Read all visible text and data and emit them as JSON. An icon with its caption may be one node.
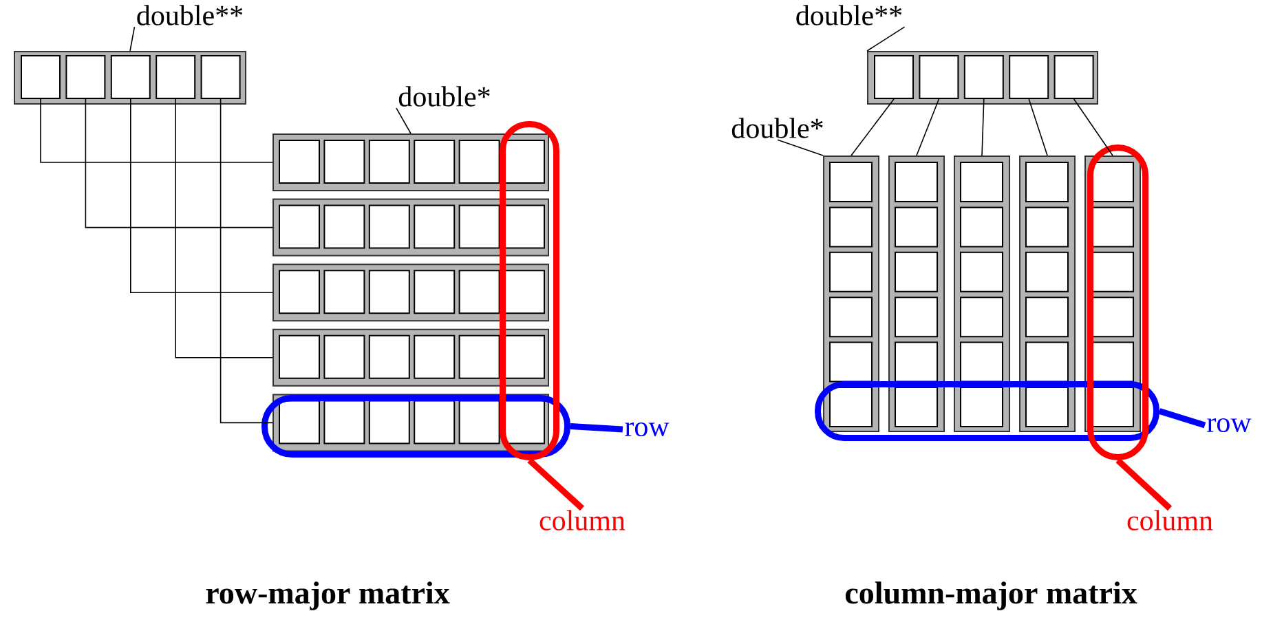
{
  "diagram": {
    "nodes": [
      {
        "text": [
          "double**"
        ]
      },
      {
        "text": [],
        "shape": "bar"
      },
      {
        "text": [],
        "shape": "box",
        "in": 1
      },
      {
        "text": [],
        "shape": "box",
        "in": 1
      },
      {
        "text": [],
        "shape": "box",
        "in": 1
      },
      {
        "text": [],
        "shape": "box",
        "in": 1
      },
      {
        "text": [],
        "shape": "box",
        "in": 1
      },
      {
        "text": [
          "double*"
        ]
      },
      {
        "text": [],
        "shape": "bar"
      },
      {
        "text": [],
        "shape": "bar"
      },
      {
        "text": [],
        "shape": "bar"
      },
      {
        "text": [],
        "shape": "bar"
      },
      {
        "text": [],
        "shape": "bar"
      },
      {
        "text": [],
        "shape": "ellipse"
      },
      {
        "text": [],
        "shape": "ellipse"
      },
      {
        "text": [
          "row"
        ]
      },
      {
        "text": [
          "column"
        ]
      },
      {
        "text": [
          "double**"
        ]
      },
      {
        "text": [],
        "shape": "bar"
      },
      {
        "text": [],
        "shape": "box",
        "in": 18
      },
      {
        "text": [],
        "shape": "box",
        "in": 18
      },
      {
        "text": [],
        "shape": "box",
        "in": 18
      },
      {
        "text": [],
        "shape": "box",
        "in": 18
      },
      {
        "text": [],
        "shape": "box",
        "in": 18
      },
      {
        "text": [
          "double*"
        ]
      },
      {
        "text": [],
        "shape": "bar"
      },
      {
        "text": [],
        "shape": "bar"
      },
      {
        "text": [],
        "shape": "bar"
      },
      {
        "text": [],
        "shape": "bar"
      },
      {
        "text": [],
        "shape": "bar"
      },
      {
        "text": [],
        "shape": "ellipse"
      },
      {
        "text": [],
        "shape": "ellipse"
      },
      {
        "text": [
          "row"
        ]
      },
      {
        "text": [
          "column"
        ]
      }
    ],
    "edges": [
      {
        "from": 0,
        "to": 1,
        "arrow": "none"
      },
      {
        "from": 2,
        "to": 8,
        "arrow": "none"
      },
      {
        "from": 3,
        "to": 9,
        "arrow": "none"
      },
      {
        "from": 4,
        "to": 10,
        "arrow": "none"
      },
      {
        "from": 5,
        "to": 11,
        "arrow": "none"
      },
      {
        "from": 6,
        "to": 12,
        "arrow": "none"
      },
      {
        "from": 7,
        "to": 8,
        "arrow": "none"
      },
      {
        "from": 15,
        "to": 13,
        "arrow": "none",
        "style": "thick",
        "color": "#0000ff"
      },
      {
        "from": 16,
        "to": 14,
        "arrow": "none",
        "style": "thick",
        "color": "#ff0000"
      },
      {
        "from": 17,
        "to": 18,
        "arrow": "none"
      },
      {
        "from": 19,
        "to": 25,
        "arrow": "none"
      },
      {
        "from": 20,
        "to": 26,
        "arrow": "none"
      },
      {
        "from": 21,
        "to": 27,
        "arrow": "none"
      },
      {
        "from": 22,
        "to": 28,
        "arrow": "none"
      },
      {
        "from": 23,
        "to": 29,
        "arrow": "none"
      },
      {
        "from": 24,
        "to": 25,
        "arrow": "none"
      },
      {
        "from": 32,
        "to": 30,
        "arrow": "none",
        "style": "thick",
        "color": "#0000ff"
      },
      {
        "from": 33,
        "to": 31,
        "arrow": "none",
        "style": "thick",
        "color": "#ff0000"
      }
    ],
    "labels": [
      "row-major matrix",
      "column-major matrix"
    ]
  }
}
